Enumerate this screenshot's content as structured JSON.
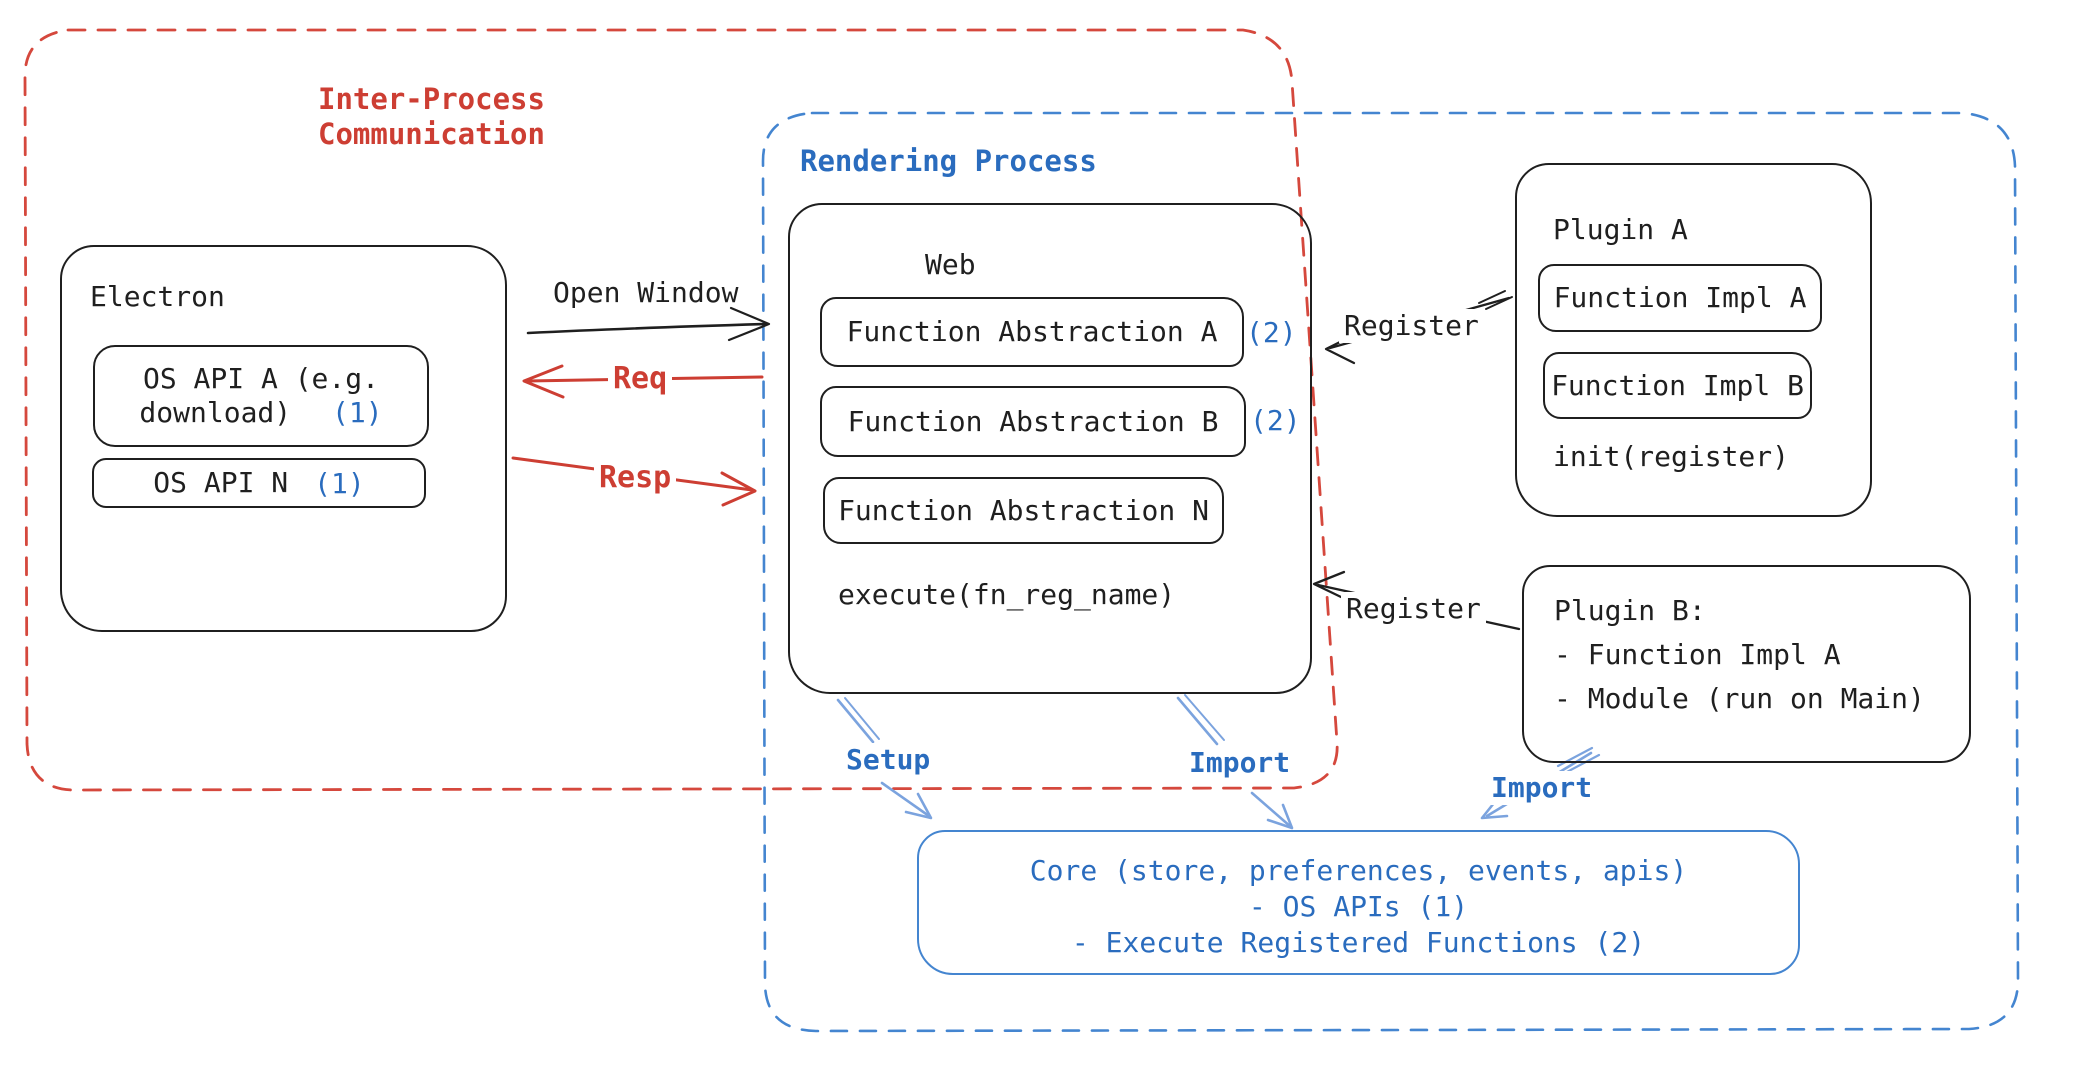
{
  "colors": {
    "ink": "#1f1f1f",
    "red": "#cd3e33",
    "blue": "#2a6cbe",
    "blue_dash": "#4485d0",
    "blue_light": "#7ba3de"
  },
  "ipc_region": {
    "title_line1": "Inter-Process",
    "title_line2": "Communication"
  },
  "rendering_region": {
    "title": "Rendering Process"
  },
  "electron": {
    "title": "Electron",
    "api_a": {
      "line1": "OS API A (e.g.",
      "line2": "download)",
      "tag": "(1)"
    },
    "api_n": {
      "label": "OS API N",
      "tag": "(1)"
    }
  },
  "web": {
    "title": "Web",
    "abstraction_a": {
      "label": "Function Abstraction A",
      "tag": "(2)"
    },
    "abstraction_b": {
      "label": "Function Abstraction B",
      "tag": "(2)"
    },
    "abstraction_n": {
      "label": "Function Abstraction N"
    },
    "execute": "execute(fn_reg_name)"
  },
  "plugin_a": {
    "title": "Plugin A",
    "impl_a": "Function Impl A",
    "impl_b": "Function Impl B",
    "init": "init(register)"
  },
  "plugin_b": {
    "title": "Plugin B:",
    "item1": "- Function Impl A",
    "item2": "- Module (run on Main)"
  },
  "core": {
    "line1": "Core (store, preferences, events, apis)",
    "line2": "- OS APIs (1)",
    "line3": "- Execute Registered Functions (2)"
  },
  "labels": {
    "open_window": "Open Window",
    "req": "Req",
    "resp": "Resp",
    "register_top": "Register",
    "register_bottom": "Register",
    "setup": "Setup",
    "import_web": "Import",
    "import_plugin": "Import"
  }
}
